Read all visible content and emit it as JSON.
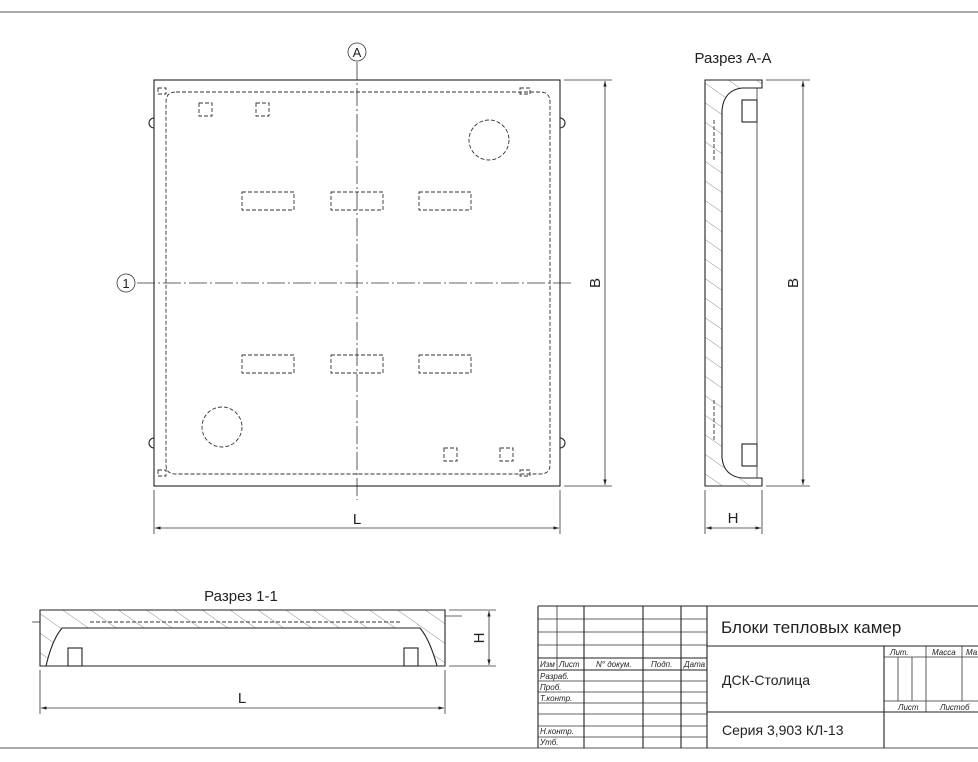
{
  "plan": {
    "axis_a_marker": "A",
    "axis_1_marker": "1",
    "dim_length": "L",
    "dim_width": "B"
  },
  "section_aa": {
    "title": "Разрез А-А",
    "dim_width": "B",
    "dim_height": "H"
  },
  "section_11": {
    "title": "Разрез 1-1",
    "dim_length": "L",
    "dim_height": "H"
  },
  "title_block": {
    "headers": [
      "Изм",
      "Лист",
      "N° докум.",
      "Подп.",
      "Дата"
    ],
    "roles": [
      "Разраб.",
      "Проб.",
      "Т.контр.",
      "Н.контр.",
      "Утб."
    ],
    "name": "Блоки тепловых камер",
    "organization": "ДСК-Столица",
    "series": "Серия 3,903 КЛ-13",
    "lit": "Лит.",
    "mass": "Масса",
    "scale": "Ма",
    "sheet": "Лист",
    "sheets": "Листоб"
  }
}
